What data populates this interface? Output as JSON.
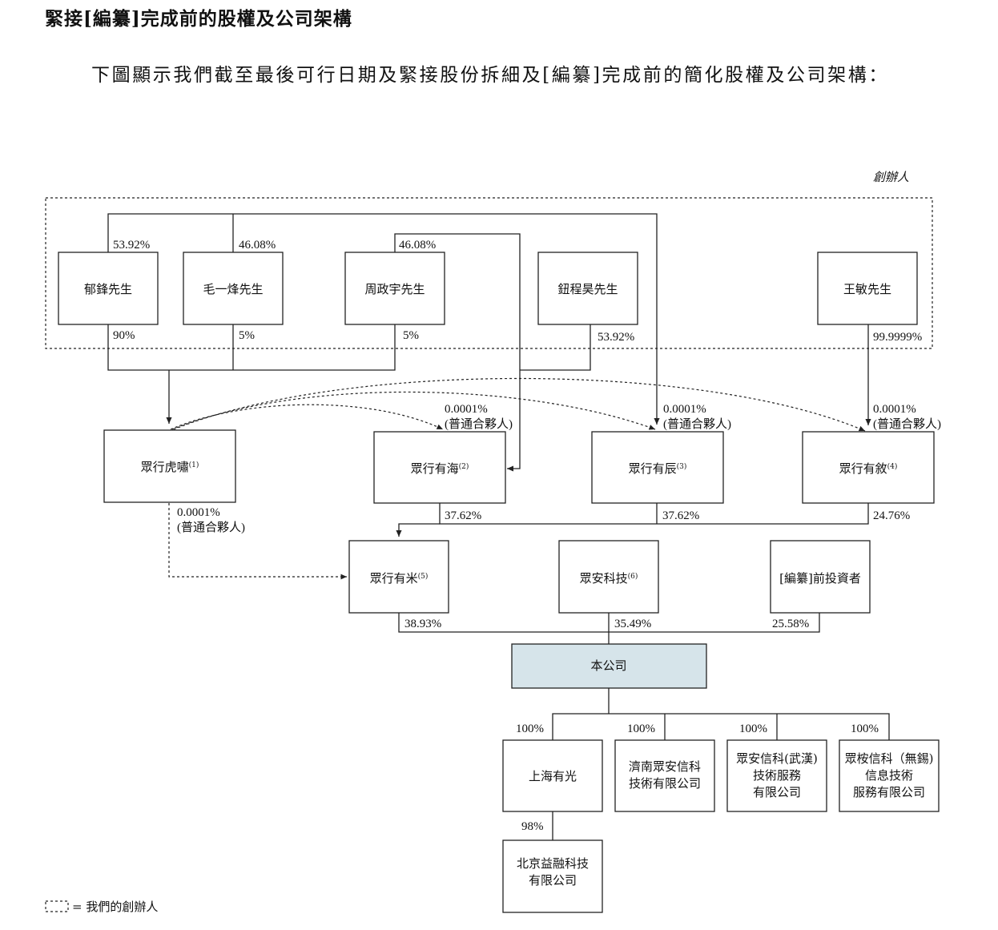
{
  "heading": "緊接[編纂]完成前的股權及公司架構",
  "paragraph": "下圖顯示我們截至最後可行日期及緊接股份拆細及[編纂]完成前的簡化股權及公司架構：",
  "founders_label": "創辦人",
  "legend": "= 我們的創辦人",
  "people": {
    "yu": "郁鋒先生",
    "mao": "毛一烽先生",
    "zhou": "周政宇先生",
    "niu": "鈕程昊先生",
    "wang": "王敏先生"
  },
  "entities": {
    "huxiao": {
      "name": "眾行虎嘯",
      "note": "(1)"
    },
    "youhai": {
      "name": "眾行有海",
      "note": "(2)"
    },
    "youchen": {
      "name": "眾行有辰",
      "note": "(3)"
    },
    "youxu": {
      "name": "眾行有敘",
      "note": "(4)"
    },
    "youmi": {
      "name": "眾行有米",
      "note": "(5)"
    },
    "zhongan": {
      "name": "眾安科技",
      "note": "(6)"
    },
    "investors": "[編纂]前投資者",
    "company": "本公司",
    "shanghai": "上海有光",
    "jinan": [
      "濟南眾安信科",
      "技術有限公司"
    ],
    "wuhan": [
      "眾安信科(武漢)",
      "技術服務",
      "有限公司"
    ],
    "wuxi": [
      "眾桉信科（無錫)",
      "信息技術",
      "服務有限公司"
    ],
    "beijing": [
      "北京益融科技",
      "有限公司"
    ]
  },
  "percentages": {
    "yu_top": "53.92%",
    "mao_top": "46.08%",
    "zhou_top": "46.08%",
    "yu_90": "90%",
    "mao_5": "5%",
    "zhou_5": "5%",
    "niu_5392": "53.92%",
    "wang_999": "99.9999%",
    "gp_pct": "0.0001%",
    "gp_label": "(普通合夥人)",
    "youhai_to_mi": "37.62%",
    "youchen_to_mi": "37.62%",
    "youxu_to_mi": "24.76%",
    "mi_to_co": "38.93%",
    "zhongan_to_co": "35.49%",
    "inv_to_co": "25.58%",
    "sub_100": "100%",
    "bj_98": "98%"
  }
}
